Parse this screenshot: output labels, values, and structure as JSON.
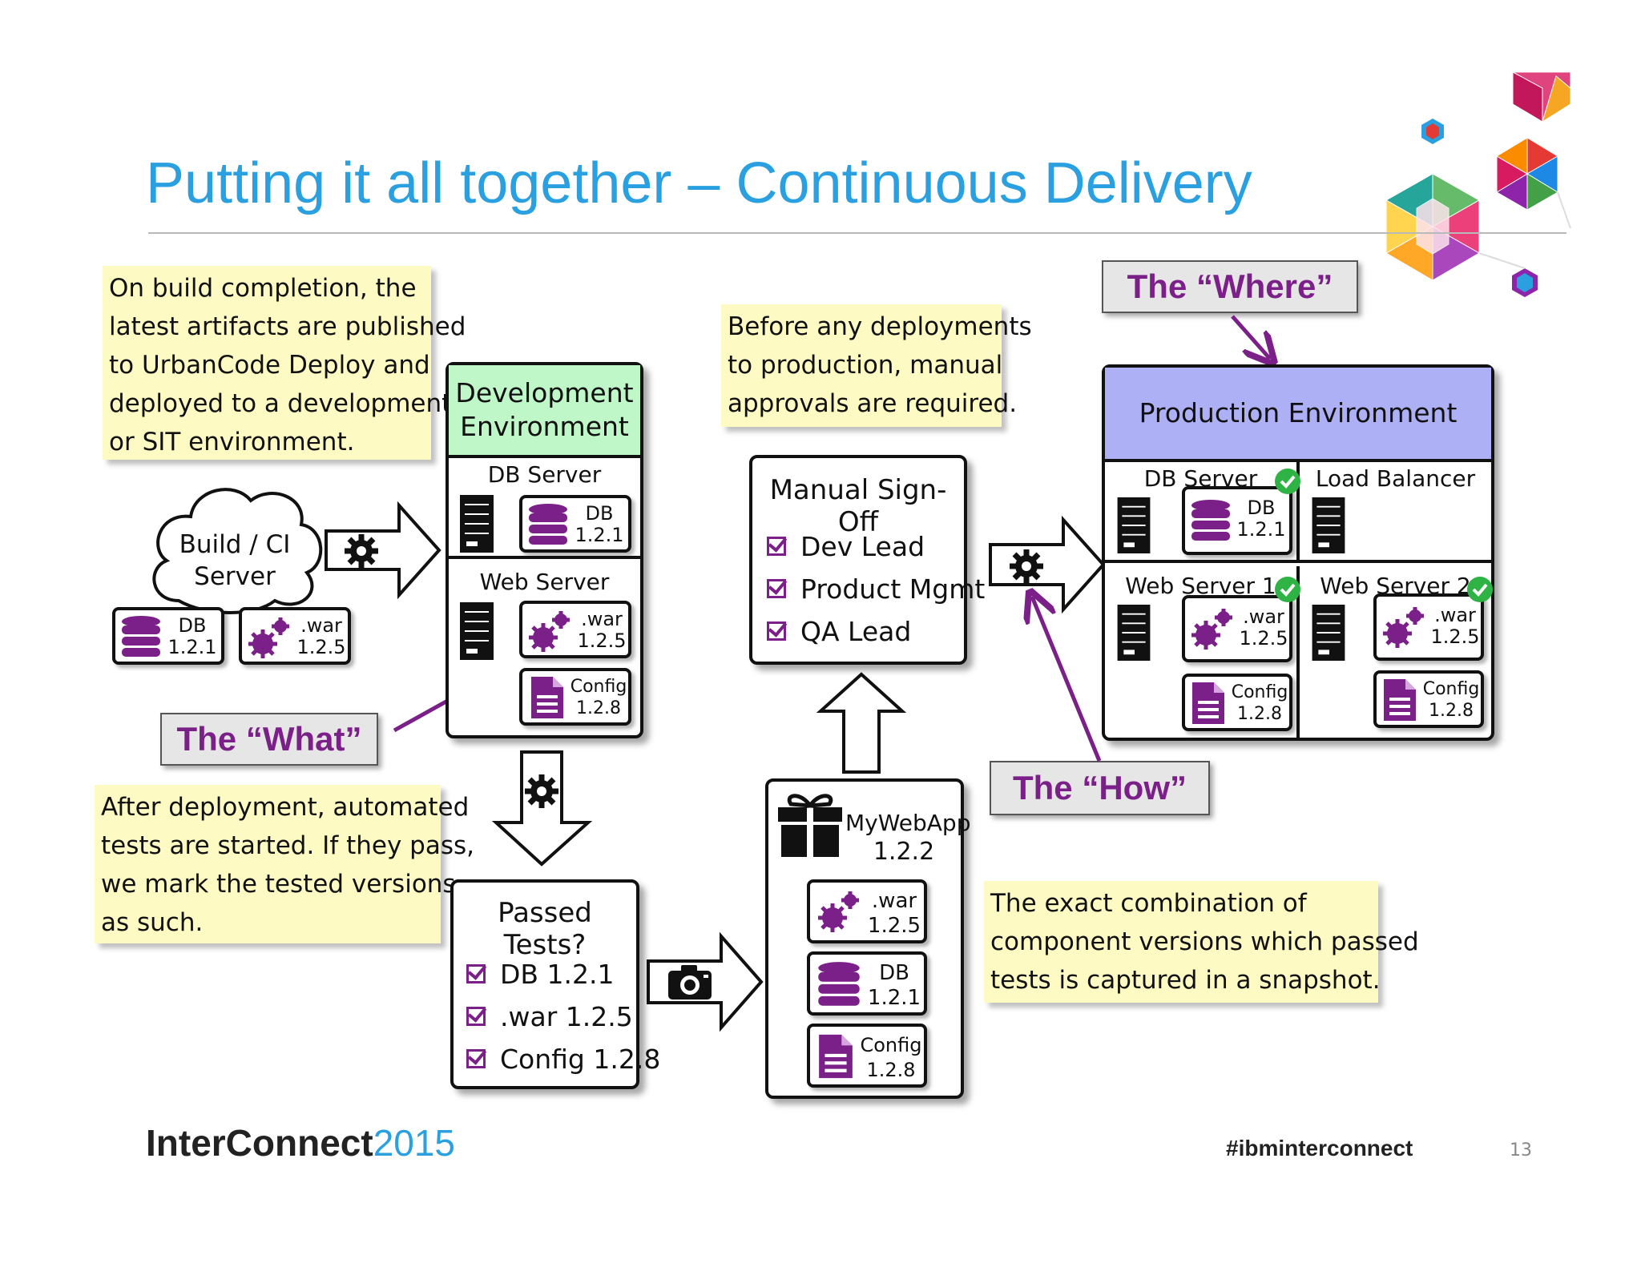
{
  "slide": {
    "title": "Putting it all together – Continuous Delivery",
    "page_number": "13",
    "hashtag": "#ibminterconnect",
    "brand_bold": "InterConnect",
    "brand_year": "2015"
  },
  "colors": {
    "accent_blue": "#2aa0e0",
    "purple": "#7b2088",
    "note_yellow": "#fdfac4",
    "dev_green": "#bff7c8",
    "prod_blue": "#aeb0f5",
    "check_green": "#2fb344"
  },
  "notes": {
    "build": [
      "On build completion, the",
      "latest artifacts are published",
      "to UrbanCode Deploy and",
      "deployed to a development",
      "or SIT environment."
    ],
    "approval": [
      "Before any deployments",
      "to production, manual",
      "approvals are required."
    ],
    "tests": [
      "After deployment, automated",
      "tests are started. If they pass,",
      "we mark the tested versions",
      "as such."
    ],
    "snapshot": [
      "The exact combination of",
      "component versions which passed",
      "tests is captured in a snapshot."
    ]
  },
  "labels": {
    "what": "The “What”",
    "where": "The “Where”",
    "how": "The “How”"
  },
  "build_server": {
    "line1": "Build / CI",
    "line2": "Server",
    "db_chip": [
      "DB",
      "1.2.1"
    ],
    "war_chip": [
      ".war",
      "1.2.5"
    ]
  },
  "dev_env": {
    "title_line1": "Development",
    "title_line2": "Environment",
    "db_server": "DB Server",
    "web_server": "Web Server",
    "db_chip": [
      "DB",
      "1.2.1"
    ],
    "war_chip": [
      ".war",
      "1.2.5"
    ],
    "config_chip": [
      "Config",
      "1.2.8"
    ]
  },
  "passed_tests": {
    "title": "Passed Tests?",
    "items": [
      "DB 1.2.1",
      ".war 1.2.5",
      "Config 1.2.8"
    ]
  },
  "snapshot": {
    "name": "MyWebApp",
    "version": "1.2.2",
    "war_chip": [
      ".war",
      "1.2.5"
    ],
    "db_chip": [
      "DB",
      "1.2.1"
    ],
    "config_chip": [
      "Config",
      "1.2.8"
    ]
  },
  "signoff": {
    "title": "Manual Sign-Off",
    "items": [
      "Dev Lead",
      "Product Mgmt",
      "QA Lead"
    ]
  },
  "prod_env": {
    "title": "Production Environment",
    "db_server": "DB Server",
    "load_balancer": "Load Balancer",
    "web_server_1": "Web Server 1",
    "web_server_2": "Web Server 2",
    "db_chip": [
      "DB",
      "1.2.1"
    ],
    "war_chip_1": [
      ".war",
      "1.2.5"
    ],
    "war_chip_2": [
      ".war",
      "1.2.5"
    ],
    "config_chip_1": [
      "Config",
      "1.2.8"
    ],
    "config_chip_2": [
      "Config",
      "1.2.8"
    ]
  }
}
